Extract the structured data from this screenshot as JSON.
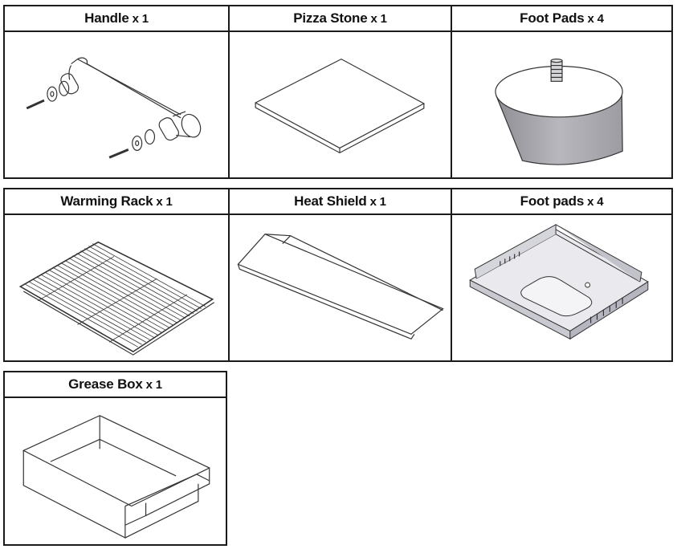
{
  "parts": [
    {
      "name": "Handle",
      "qty": "x 1",
      "icon": "handle-drawing"
    },
    {
      "name": "Pizza Stone",
      "qty": "x 1",
      "icon": "pizza-stone-drawing"
    },
    {
      "name": "Foot Pads",
      "qty": "x 4",
      "icon": "foot-pad-drawing"
    },
    {
      "name": "Warming Rack",
      "qty": "x 1",
      "icon": "warming-rack-drawing"
    },
    {
      "name": "Heat Shield",
      "qty": "x 1",
      "icon": "heat-shield-drawing"
    },
    {
      "name": "Foot pads",
      "qty": "x 4",
      "icon": "tray-drawing"
    },
    {
      "name": "Grease Box",
      "qty": "x 1",
      "icon": "grease-box-drawing"
    }
  ],
  "colors": {
    "border": "#1a1a1a",
    "line": "#333333",
    "metal": "#9e9ea3",
    "metal_light": "#c9c9cf"
  }
}
